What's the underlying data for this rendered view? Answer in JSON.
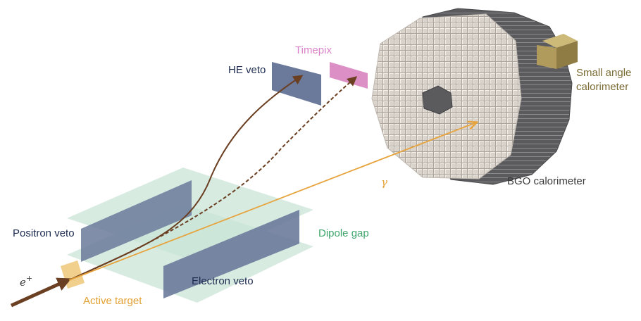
{
  "labels": {
    "he_veto": "HE veto",
    "timepix": "Timepix",
    "small_angle_line1": "Small angle",
    "small_angle_line2": "calorimeter",
    "bgo_calorimeter": "BGO calorimeter",
    "gamma": "γ",
    "positron_veto": "Positron veto",
    "dipole_gap": "Dipole gap",
    "electron_veto": "Electron veto",
    "beam_base": "e",
    "beam_sup": "+",
    "active_target": "Active target"
  },
  "colors": {
    "positron_track": "#6b3f22",
    "photon_track": "#e7a33c",
    "veto_panel": "#6b7a9b",
    "timepix": "#dc8fc4",
    "dipole_plane": "#c9e4d7",
    "target": "#f1cf8c",
    "small_angle_cal": "#b09b5d",
    "crystal_face": "#d9d3cc",
    "crystal_side": "#5b5b5e",
    "label_navy": "#1d2b4f",
    "label_orange": "#e2a033",
    "label_green": "#3fa56d",
    "label_pink": "#db83c9",
    "label_olive": "#7a6b33",
    "label_dark": "#3b3b3b"
  }
}
